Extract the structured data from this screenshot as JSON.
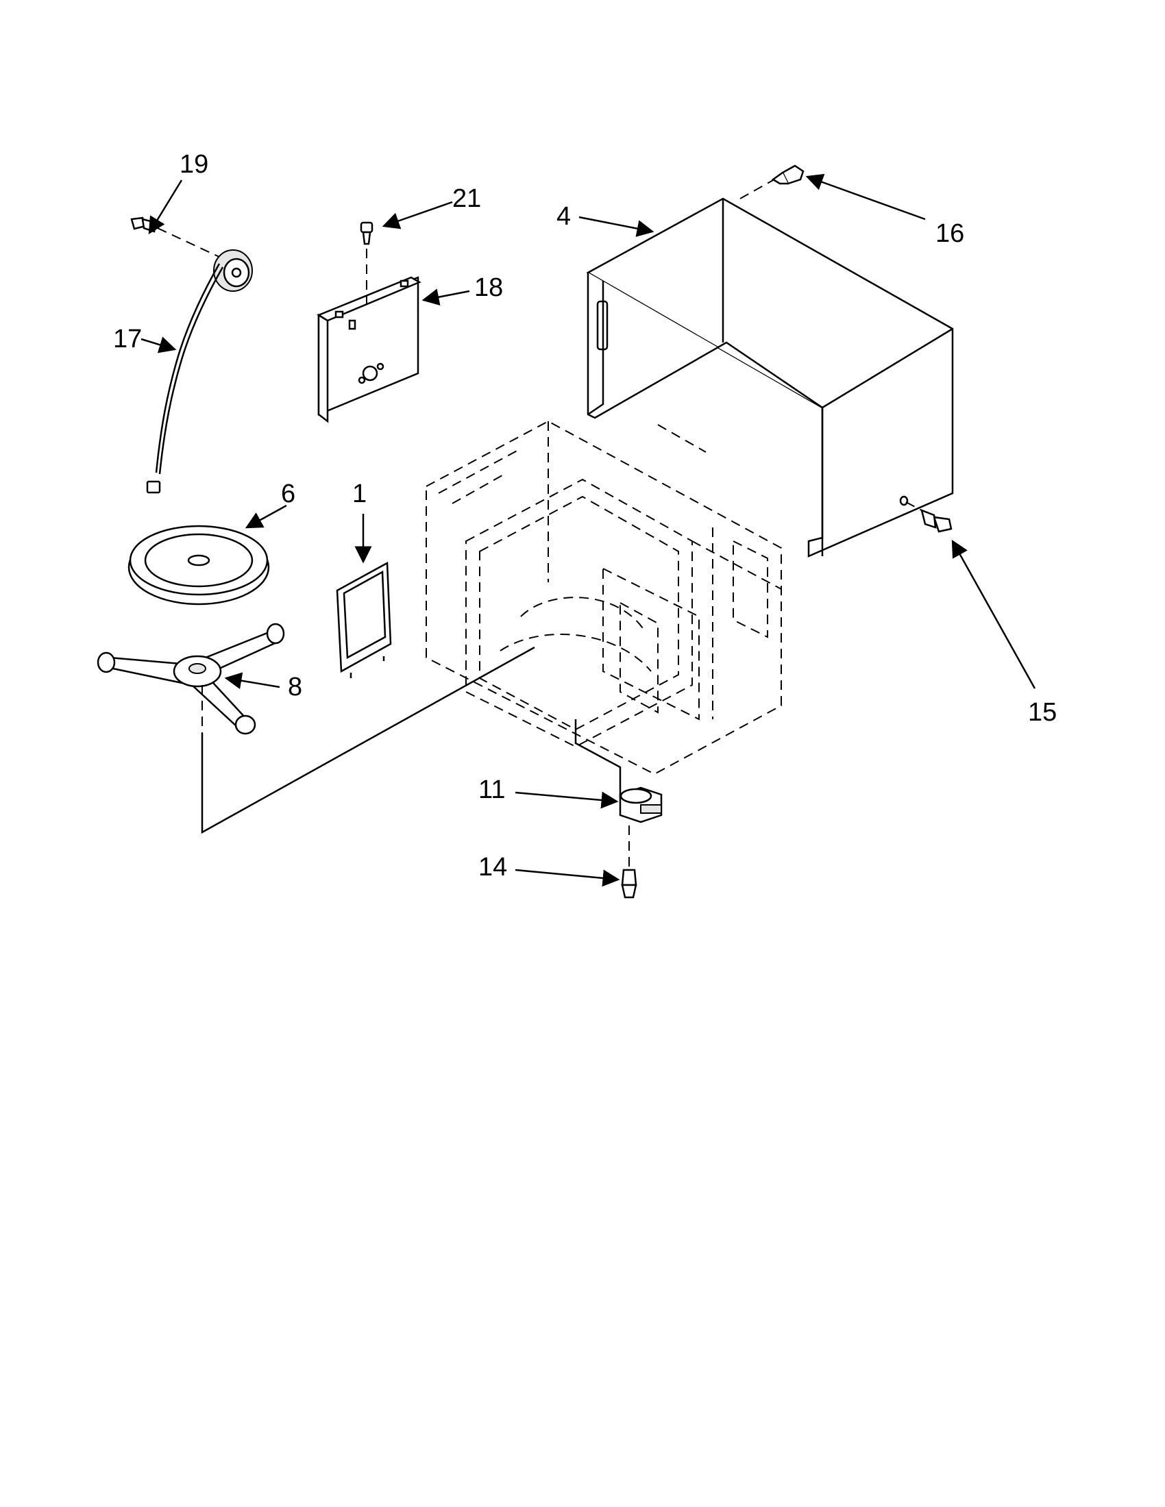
{
  "callouts": {
    "c1": "1",
    "c4": "4",
    "c6": "6",
    "c8": "8",
    "c11": "11",
    "c14": "14",
    "c15": "15",
    "c16": "16",
    "c17": "17",
    "c18": "18",
    "c19": "19",
    "c21": "21"
  },
  "colors": {
    "ink": "#000000",
    "background": "#ffffff"
  }
}
